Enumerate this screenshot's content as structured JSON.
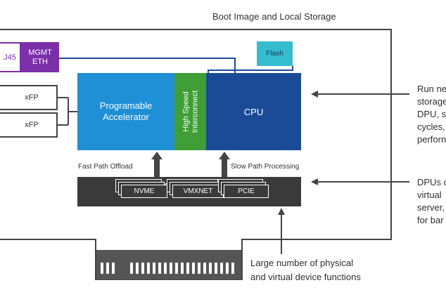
{
  "title": "Boot Image and Local Storage",
  "ports": {
    "rj45": "J45",
    "mgmt_line1": "MGMT",
    "mgmt_line2": "ETH",
    "xfp_top": "xFP",
    "xfp_bottom": "xFP"
  },
  "flash": "Flash",
  "accelerator_line1": "Programable",
  "accelerator_line2": "Accelerator",
  "interconnect_line1": "High Speed",
  "interconnect_line2": "Interconnect",
  "cpu": "CPU",
  "fast_path": "Fast Path Offload",
  "slow_path": "Slow Path Processing",
  "vdf": {
    "title": "Virtualized Device Functions",
    "cards": [
      "NVME",
      "VMXNET",
      "PCIE"
    ]
  },
  "annotations": {
    "right_top": [
      "Run ne",
      "storage",
      "DPU, s",
      "cycles,",
      "perforn"
    ],
    "right_mid": [
      "DPUs c",
      "virtual",
      "server,",
      "for bar"
    ],
    "bottom": [
      "Large number of physical",
      "and virtual device functions"
    ]
  },
  "colors": {
    "accelerator": "#1f8fd6",
    "interconnect": "#3f9e35",
    "cpu": "#1b4b96",
    "mgmt": "#7b2fa8",
    "flash": "#35bccf",
    "vdf": "#3a3a3a",
    "connector": "#555555"
  }
}
